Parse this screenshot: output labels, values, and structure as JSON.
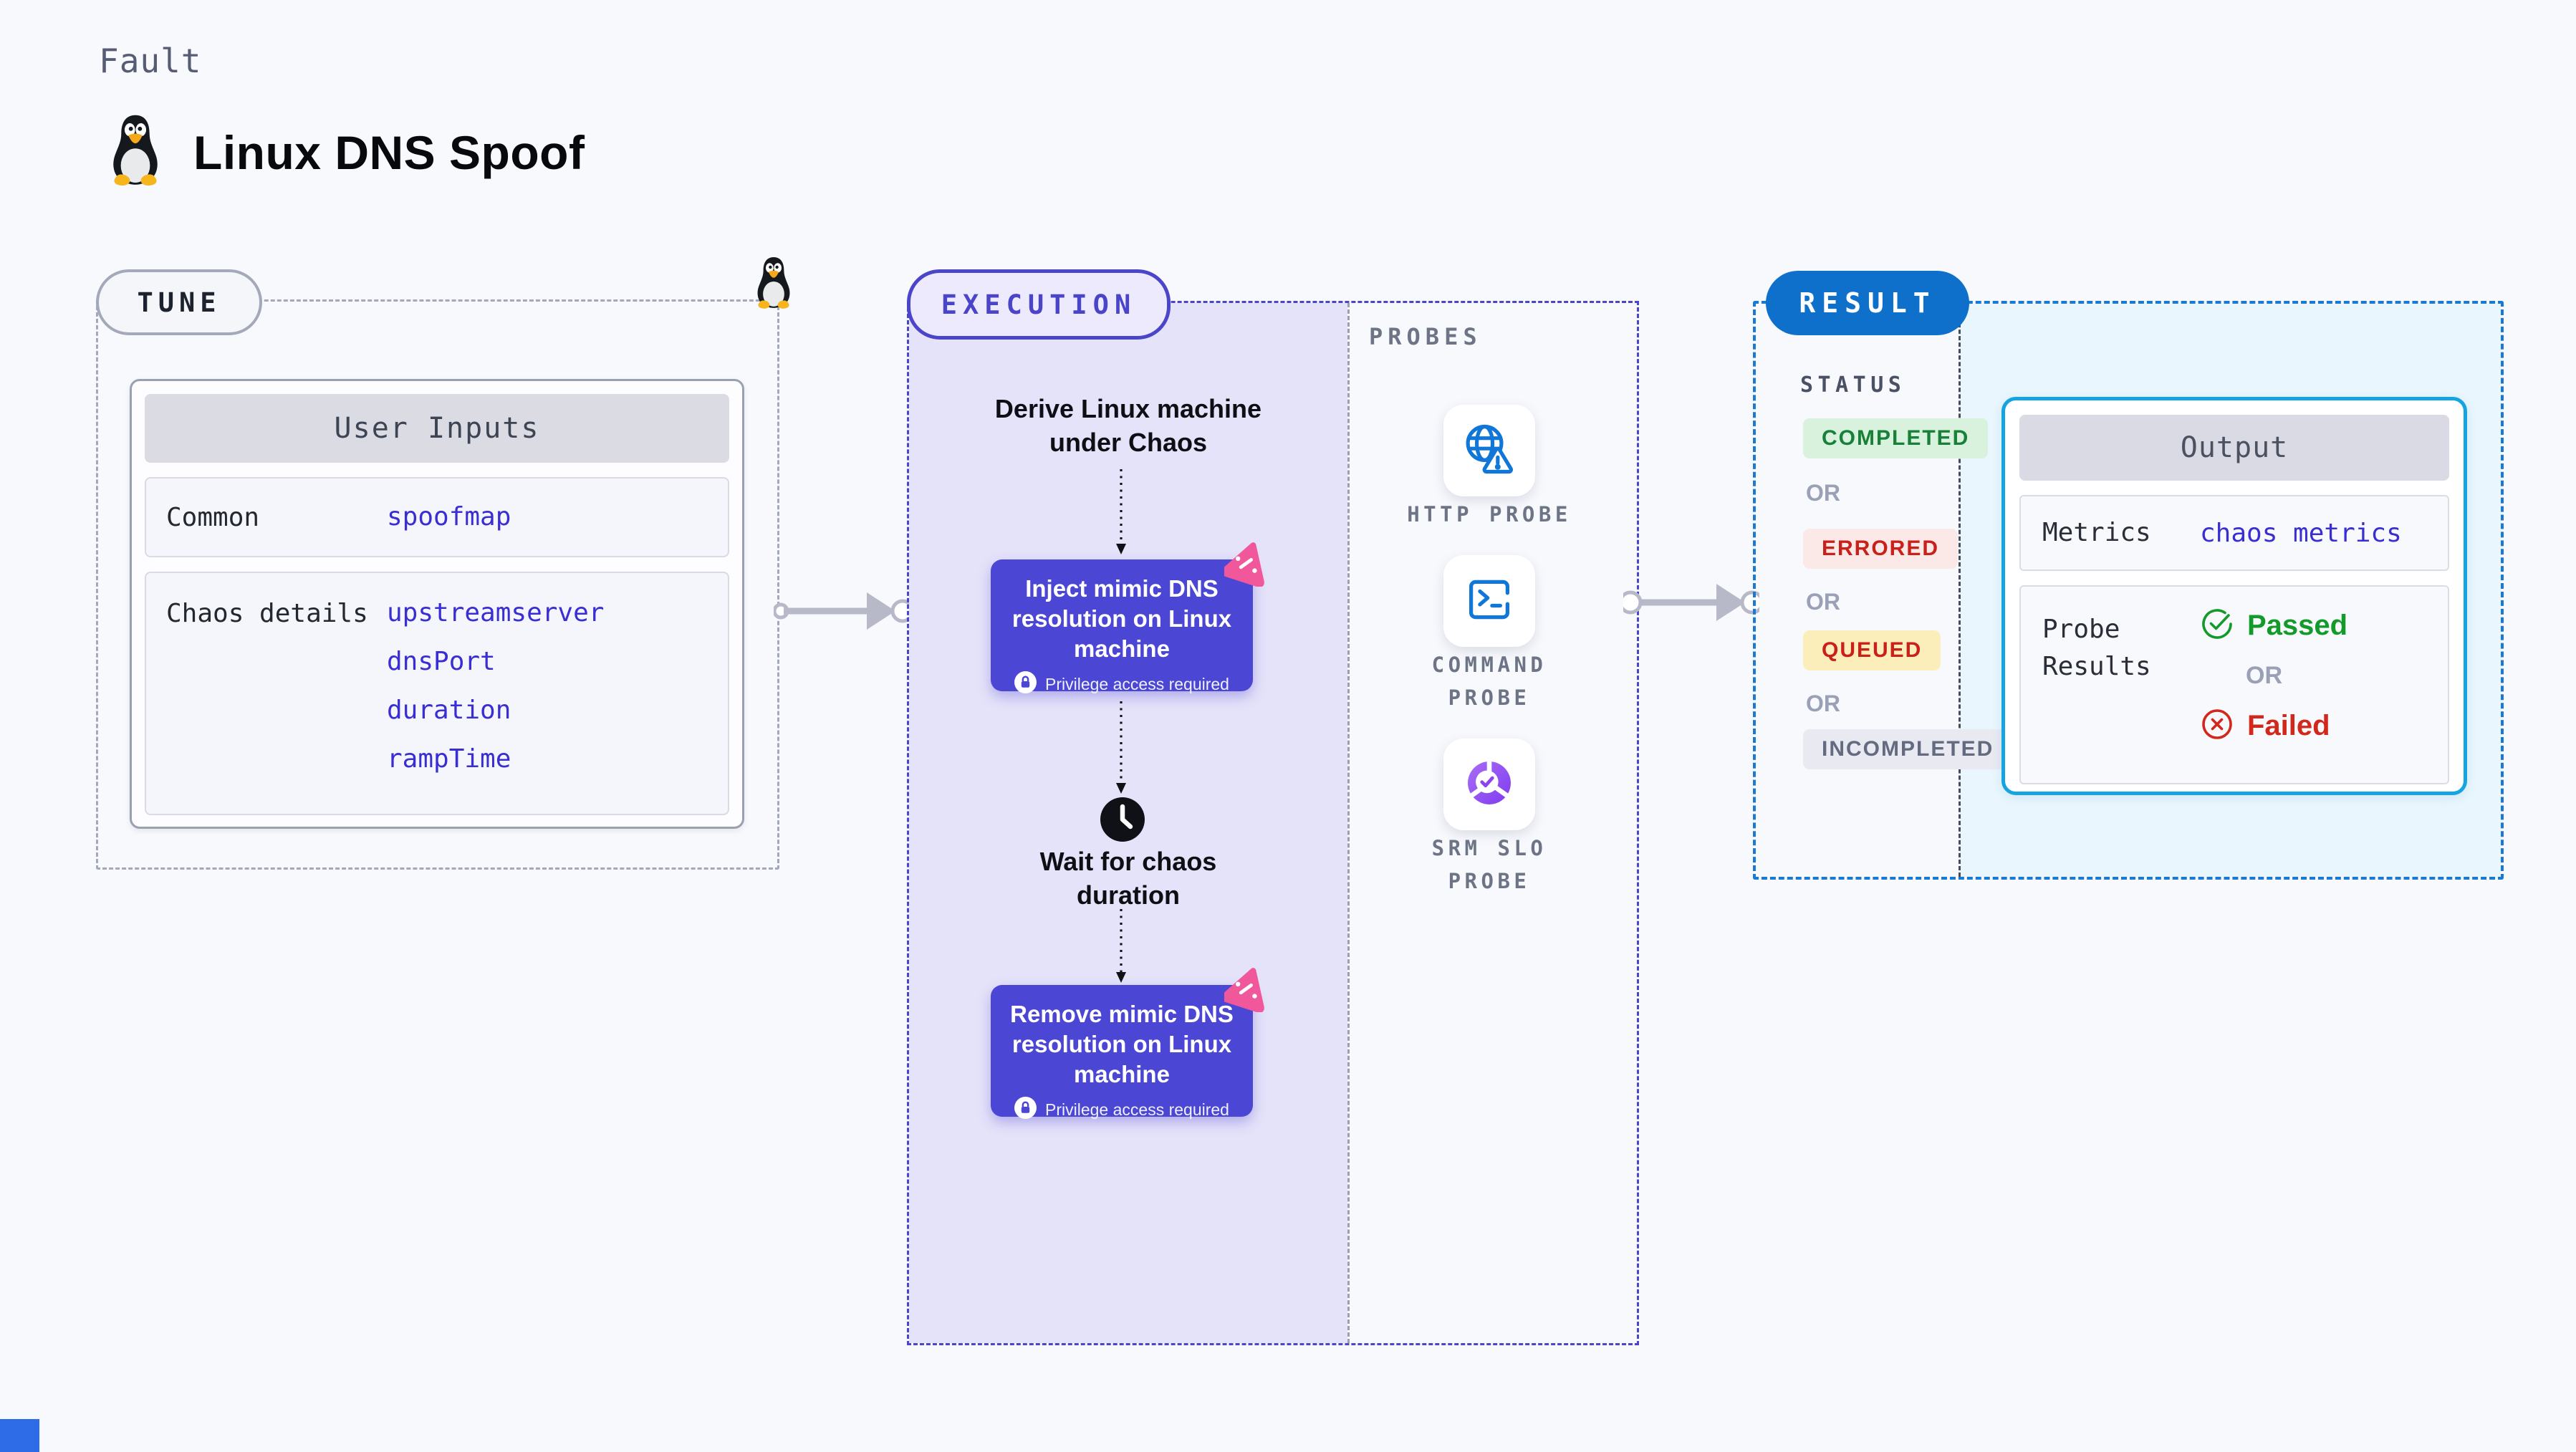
{
  "header": {
    "kicker": "Fault",
    "title": "Linux DNS Spoof"
  },
  "tune": {
    "badge": "TUNE",
    "user_inputs": {
      "header": "User Inputs",
      "rows": [
        {
          "label": "Common",
          "values": [
            "spoofmap"
          ]
        },
        {
          "label": "Chaos details",
          "values": [
            "upstreamserver",
            "dnsPort",
            "duration",
            "rampTime"
          ]
        }
      ]
    }
  },
  "execution": {
    "badge": "EXECUTION",
    "steps": {
      "derive": "Derive Linux machine under Chaos",
      "inject": "Inject mimic DNS resolution on Linux machine",
      "privilege": "Privilege access required",
      "wait": "Wait for chaos duration",
      "remove": "Remove mimic DNS resolution on Linux machine"
    },
    "probes": {
      "label": "PROBES",
      "items": [
        {
          "label": "HTTP PROBE",
          "icon": "globe-warning-icon"
        },
        {
          "label": "COMMAND PROBE",
          "icon": "terminal-icon"
        },
        {
          "label": "SRM SLO PROBE",
          "icon": "slo-donut-check-icon"
        }
      ]
    }
  },
  "result": {
    "badge": "RESULT",
    "status": {
      "label": "STATUS",
      "or": "OR",
      "badges": [
        {
          "label": "COMPLETED"
        },
        {
          "label": "ERRORED"
        },
        {
          "label": "QUEUED"
        },
        {
          "label": "INCOMPLETED"
        }
      ]
    },
    "output": {
      "header": "Output",
      "metrics_label": "Metrics",
      "metrics_value": "chaos metrics",
      "probe_results_label": "Probe Results",
      "passed": "Passed",
      "or": "OR",
      "failed": "Failed"
    }
  },
  "colors": {
    "page_bg": "#f8f9fd",
    "node_purple": "#4c46d5",
    "execution_fill": "#e5e3f9",
    "execution_border": "#4b45c9",
    "tune_border": "#a3a9b8",
    "result_border": "#187ad3",
    "result_badge_bg": "#0f70cc",
    "output_border": "#14a4e0",
    "output_panel_bg": "#e9f6fd",
    "value_blue": "#392ed3",
    "probe_icon_blue": "#1077d8",
    "chaos_pink": "#f1579b",
    "completed_green": "#188038",
    "errored_red": "#c9201a",
    "queued_yellow_bg": "#fceebb",
    "incompleted_gray": "#646b80",
    "passed_green": "#149a2b",
    "failed_red": "#d2271b",
    "arrow_gray": "#b7b9c9"
  }
}
